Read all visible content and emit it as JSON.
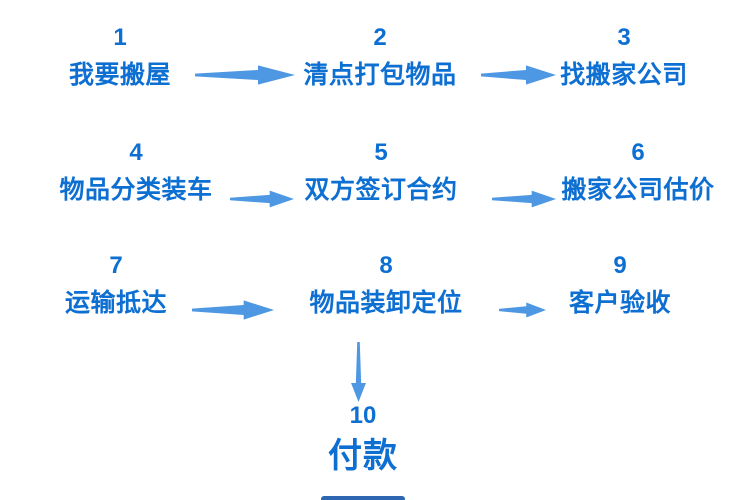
{
  "flowchart": {
    "steps": [
      {
        "number": "1",
        "label": "我要搬屋"
      },
      {
        "number": "2",
        "label": "清点打包物品"
      },
      {
        "number": "3",
        "label": "找搬家公司"
      },
      {
        "number": "4",
        "label": "物品分类装车"
      },
      {
        "number": "5",
        "label": "双方签订合约"
      },
      {
        "number": "6",
        "label": "搬家公司估价"
      },
      {
        "number": "7",
        "label": "运输抵达"
      },
      {
        "number": "8",
        "label": "物品装卸定位"
      },
      {
        "number": "9",
        "label": "客户验收"
      },
      {
        "number": "10",
        "label": "付款"
      }
    ],
    "colors": {
      "step_text": "#0e6fd2",
      "arrow": "#4e97e3",
      "bottom_cutoff": "#2e66b2"
    }
  }
}
